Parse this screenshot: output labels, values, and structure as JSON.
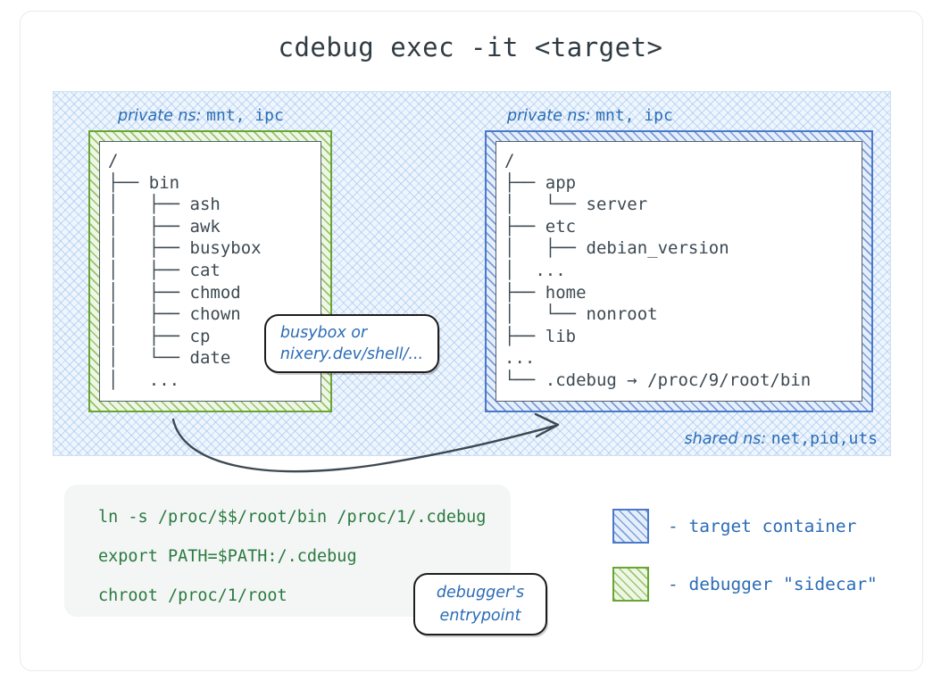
{
  "title": "cdebug exec -it <target>",
  "shared_region": {
    "shared_ns_prefix": "shared ns: ",
    "shared_ns_value": "net,pid,uts"
  },
  "debugger_box": {
    "ns_label_prefix": "private ns: ",
    "ns_label_value": "mnt, ipc",
    "tree": "/\n├── bin\n│   ├── ash\n│   ├── awk\n│   ├── busybox\n│   ├── cat\n│   ├── chmod\n│   ├── chown\n│   ├── cp\n│   └── date\n│   ...",
    "callout": "busybox or\nnixery.dev/shell/..."
  },
  "target_box": {
    "ns_label_prefix": "private ns: ",
    "ns_label_value": "mnt, ipc",
    "tree": "/\n├── app\n│   └── server\n├── etc\n│   ├── debian_version\n│  ...\n├── home\n│   └── nonroot\n├── lib\n...\n└── .cdebug → /proc/9/root/bin"
  },
  "code_block": {
    "lines": [
      "ln -s /proc/$$/root/bin /proc/1/.cdebug",
      "export PATH=$PATH:/.cdebug",
      "chroot /proc/1/root"
    ],
    "callout": "debugger's\nentrypoint"
  },
  "legend": {
    "items": [
      {
        "swatch": "blue",
        "label": "- target container"
      },
      {
        "swatch": "green",
        "label": "- debugger \"sidecar\""
      }
    ]
  },
  "colors": {
    "blue_accent": "#2b6cb5",
    "green_accent": "#2a7a3f",
    "target_border": "#4a79c9",
    "debugger_border": "#6aa533",
    "text_dark": "#3d4952"
  }
}
